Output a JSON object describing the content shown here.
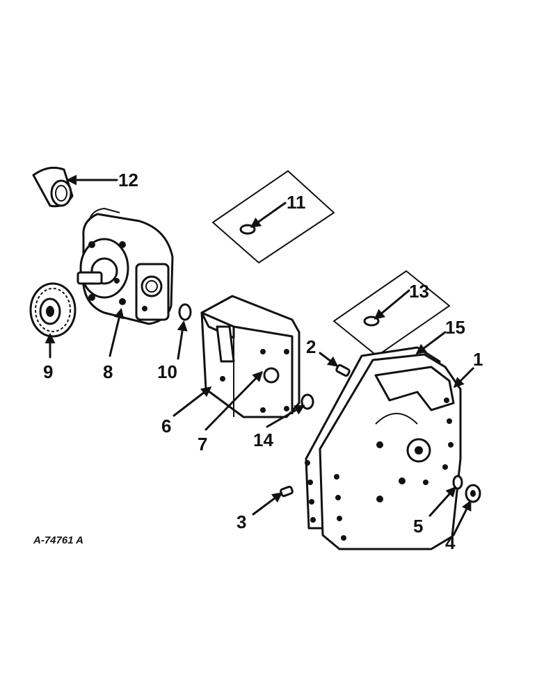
{
  "drawing_code": "A-74761 A",
  "callouts": {
    "c1": "1",
    "c2": "2",
    "c3": "3",
    "c4": "4",
    "c5": "5",
    "c6": "6",
    "c7": "7",
    "c8": "8",
    "c9": "9",
    "c10": "10",
    "c11": "11",
    "c12": "12",
    "c13": "13",
    "c14": "14",
    "c15": "15"
  },
  "ink_color": "#111111",
  "paper_color": "#ffffff"
}
